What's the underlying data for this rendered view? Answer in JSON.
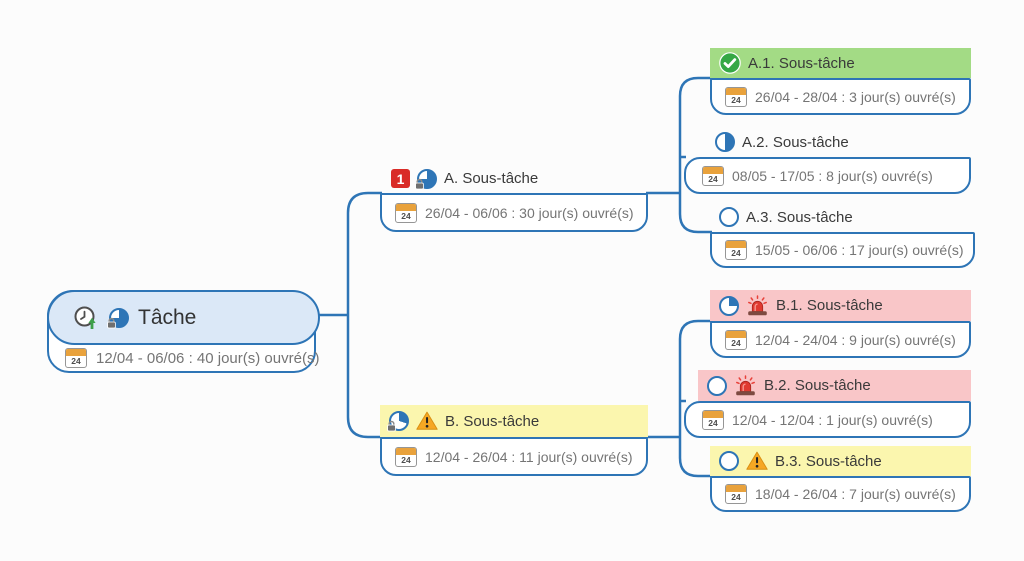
{
  "colors": {
    "connector_blue": "#2e75b6",
    "root_fill": "#dbe8f7",
    "highlight_green": "#a3db85",
    "highlight_yellow": "#fbf6ae",
    "highlight_pink": "#f9c6c8",
    "priority_red": "#d92b27",
    "calendar_orange": "#e9a23c"
  },
  "icons": {
    "calendar_label": "24",
    "priority_label": "1",
    "root": [
      "clock-rollup-icon",
      "progress-75-locked-icon"
    ],
    "task_a": [
      "priority-1-icon",
      "progress-75-locked-icon"
    ],
    "task_b": [
      "progress-30-locked-icon",
      "warning-icon"
    ],
    "task_a1": [
      "check-circle-icon"
    ],
    "task_a2": [
      "progress-50-icon"
    ],
    "task_a3": [
      "progress-0-icon"
    ],
    "task_b1": [
      "progress-25-icon",
      "siren-icon"
    ],
    "task_b2": [
      "progress-0-icon",
      "siren-icon"
    ],
    "task_b3": [
      "progress-0-icon",
      "warning-icon"
    ]
  },
  "root": {
    "title": "Tâche",
    "date": "12/04 - 06/06 : 40 jour(s) ouvré(s)"
  },
  "tasks": {
    "a": {
      "title": "A. Sous-tâche",
      "date": "26/04 - 06/06 : 30 jour(s) ouvré(s)"
    },
    "a1": {
      "title": "A.1. Sous-tâche",
      "date": "26/04 - 28/04 : 3 jour(s) ouvré(s)"
    },
    "a2": {
      "title": "A.2. Sous-tâche",
      "date": "08/05 - 17/05 : 8 jour(s) ouvré(s)"
    },
    "a3": {
      "title": "A.3. Sous-tâche",
      "date": "15/05 - 06/06 : 17 jour(s) ouvré(s)"
    },
    "b": {
      "title": "B. Sous-tâche",
      "date": "12/04 - 26/04 : 11 jour(s) ouvré(s)"
    },
    "b1": {
      "title": "B.1. Sous-tâche",
      "date": "12/04 - 24/04 : 9 jour(s) ouvré(s)"
    },
    "b2": {
      "title": "B.2. Sous-tâche",
      "date": "12/04 - 12/04 : 1 jour(s) ouvré(s)"
    },
    "b3": {
      "title": "B.3. Sous-tâche",
      "date": "18/04 - 26/04 : 7 jour(s) ouvré(s)"
    }
  }
}
